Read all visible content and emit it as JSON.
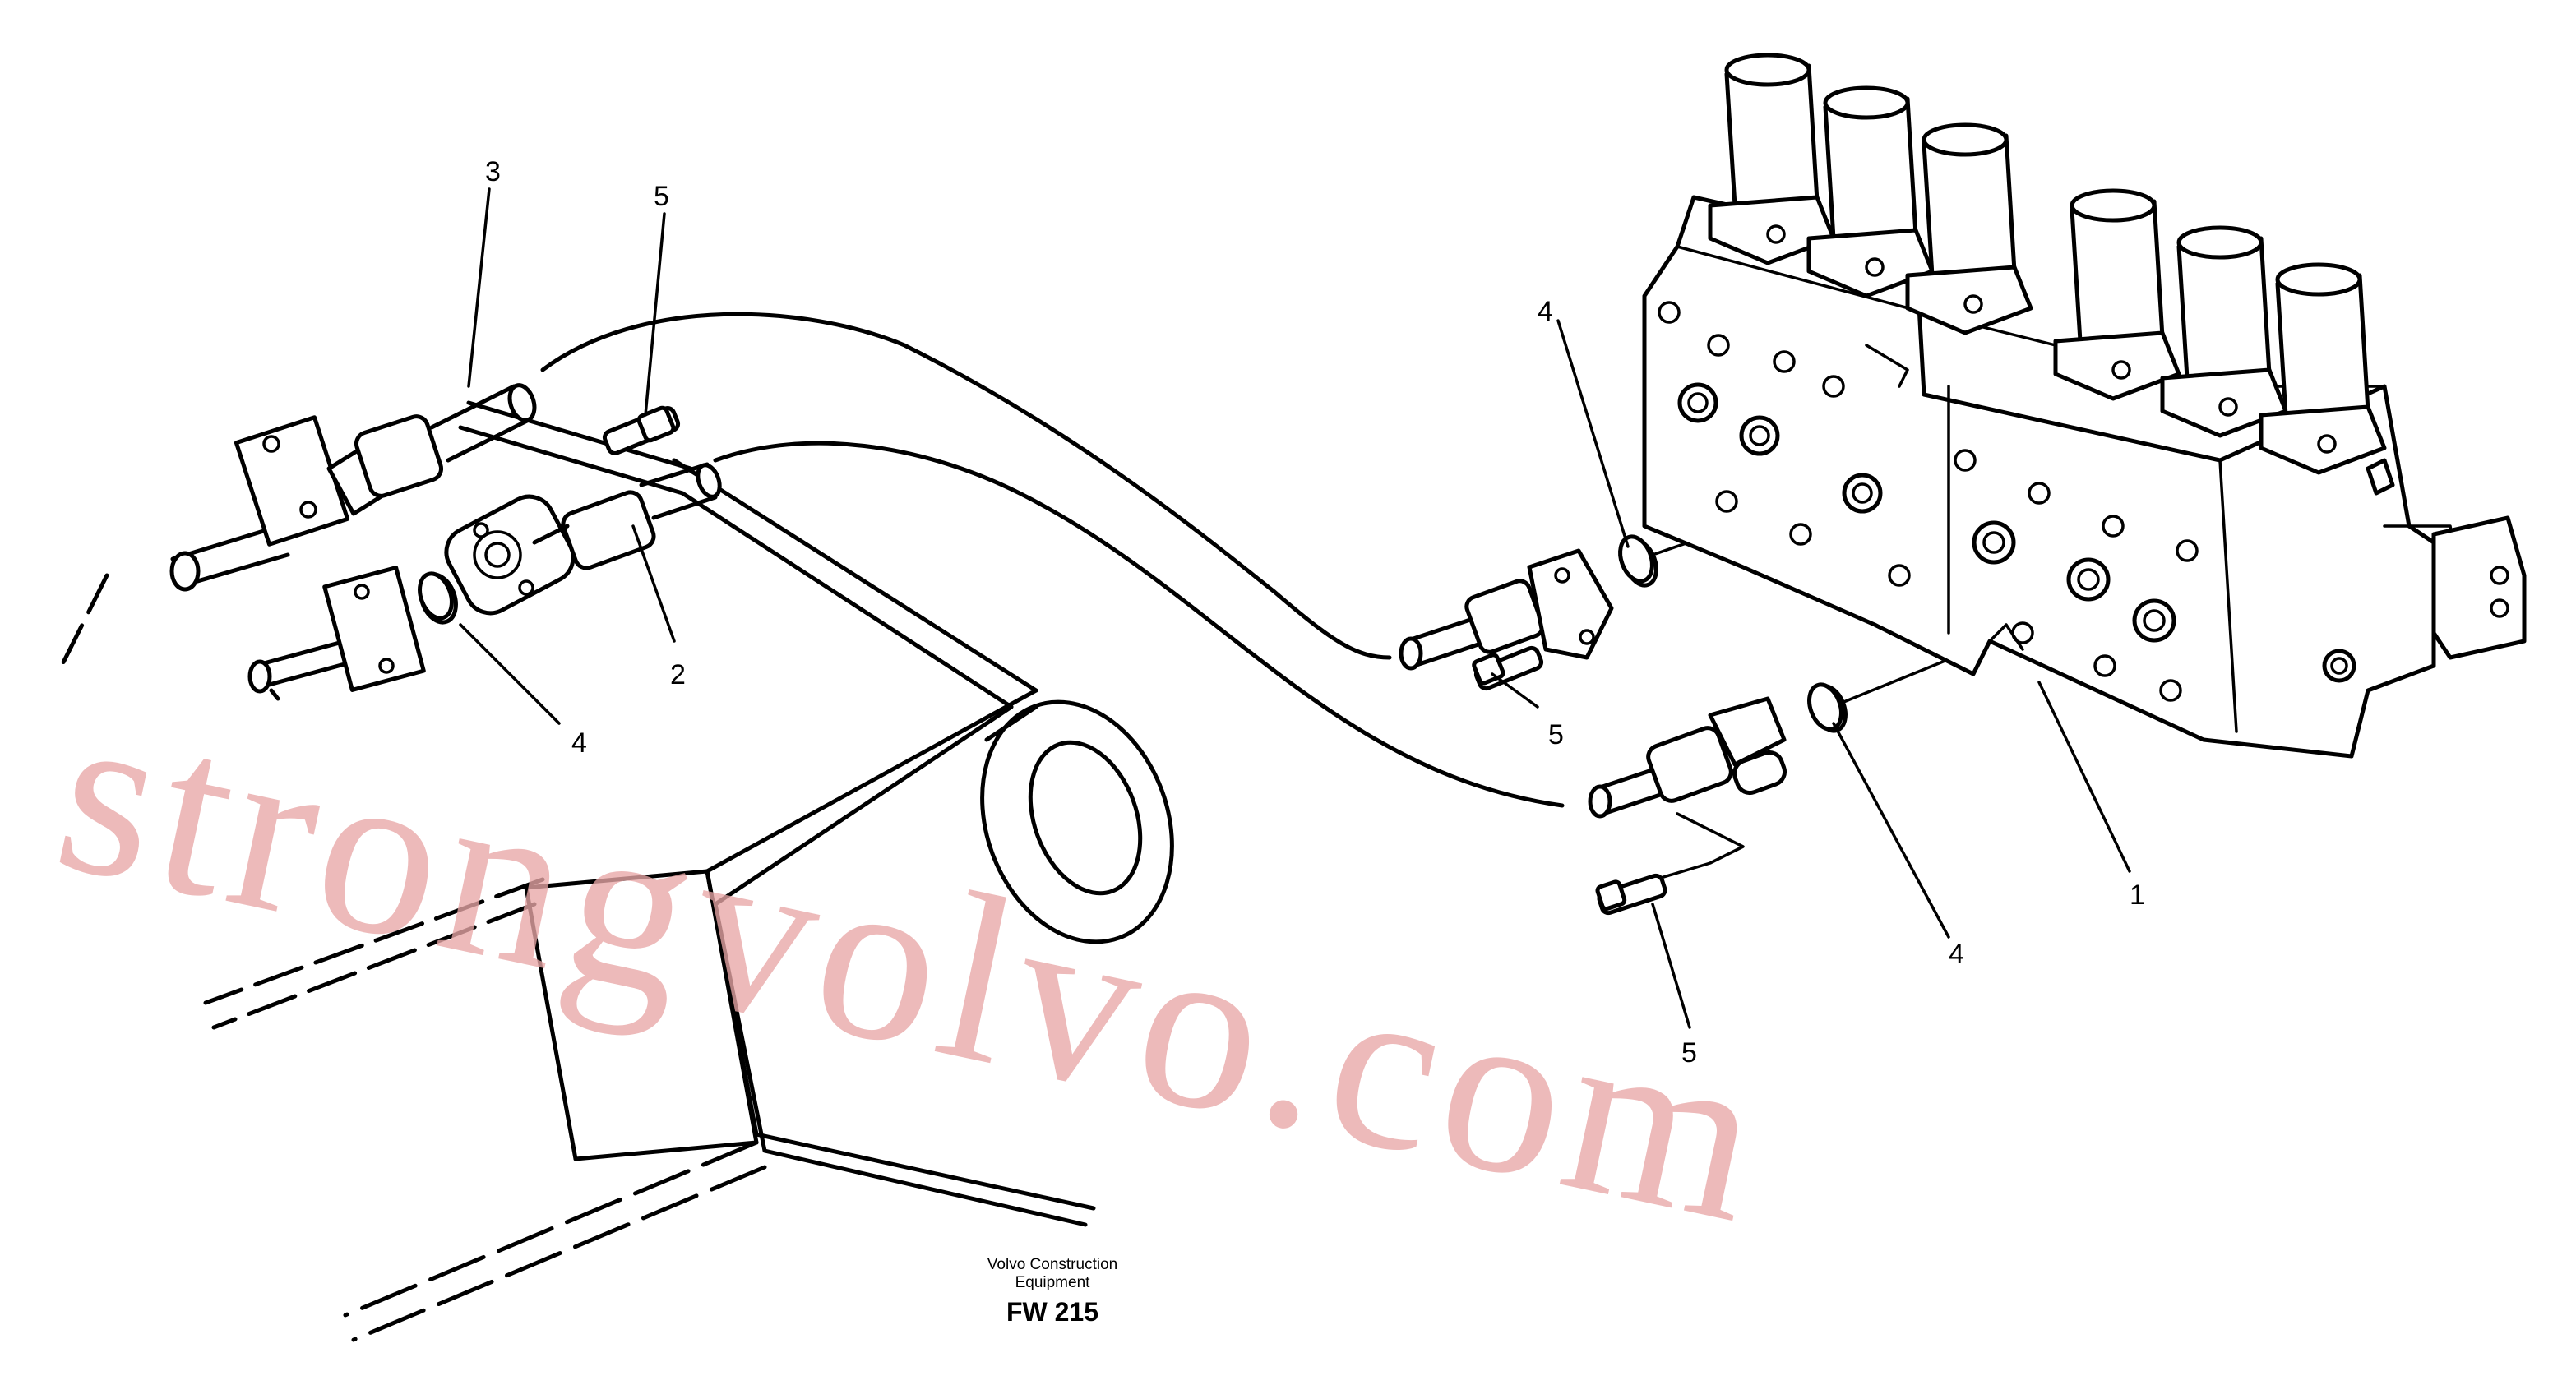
{
  "callouts": {
    "part_1": "1",
    "part_2": "2",
    "part_3": "3",
    "part_4_a": "4",
    "part_4_b": "4",
    "part_4_c": "4",
    "part_5_a": "5",
    "part_5_b": "5",
    "part_5_c": "5"
  },
  "watermark": {
    "text": "strongvolvo.com",
    "color": "#e8a7a7"
  },
  "caption": {
    "line1": "Volvo Construction",
    "line2": "Equipment",
    "code": "FW 215"
  }
}
